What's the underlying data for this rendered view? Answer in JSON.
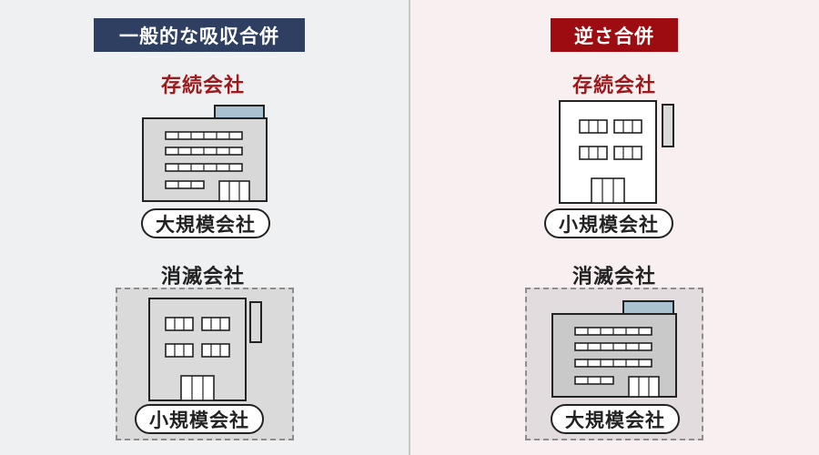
{
  "left": {
    "header": "一般的な吸収合併",
    "top_role": "存続会社",
    "top_size": "大規模会社",
    "bottom_role": "消滅会社",
    "bottom_size": "小規模会社"
  },
  "right": {
    "header": "逆さ合併",
    "top_role": "存続会社",
    "top_size": "小規模会社",
    "bottom_role": "消滅会社",
    "bottom_size": "大規模会社"
  },
  "colors": {
    "navy": "#2e3f62",
    "red": "#9c0c10",
    "left_bg": "#eff0f2",
    "right_bg": "#f8eff1",
    "roof_blue": "#a9c2d2"
  },
  "icons": {
    "large_company": "large-building-icon",
    "small_company": "small-building-icon"
  }
}
